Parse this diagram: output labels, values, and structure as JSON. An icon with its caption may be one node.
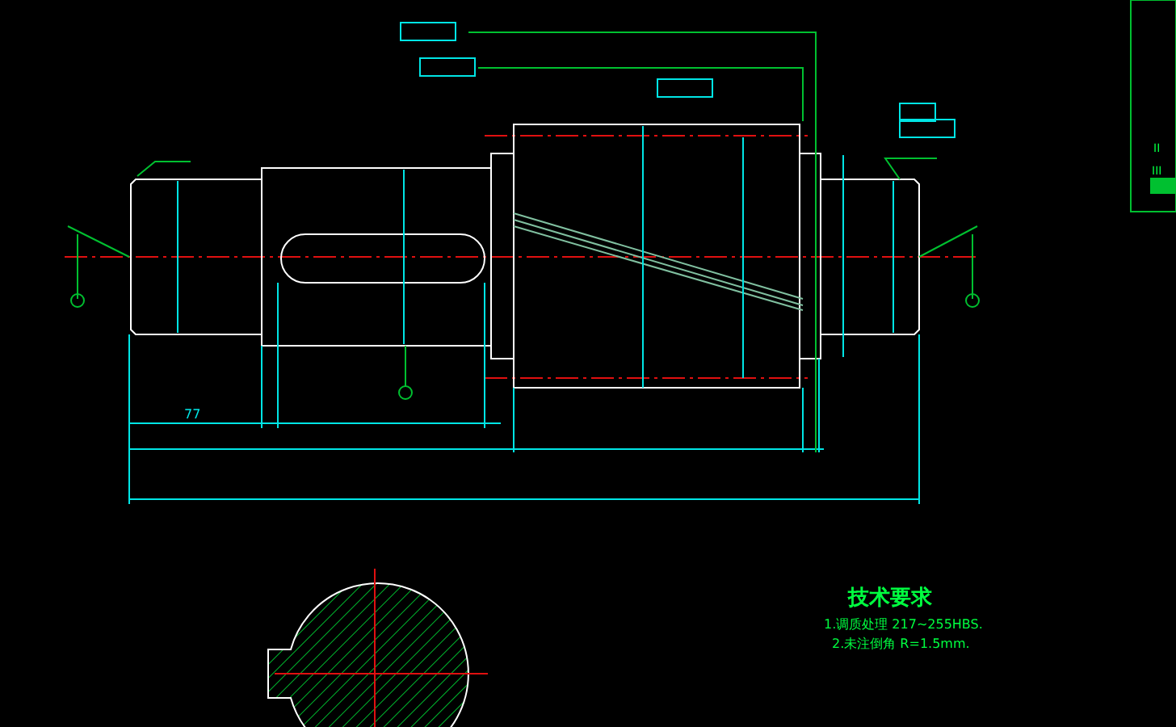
{
  "diagram": {
    "labels": [
      "77",
      "II",
      "III",
      "技术要求",
      "1.调质处理 217~255HBS.",
      "2.未注倒角 R=1.5mm."
    ]
  }
}
